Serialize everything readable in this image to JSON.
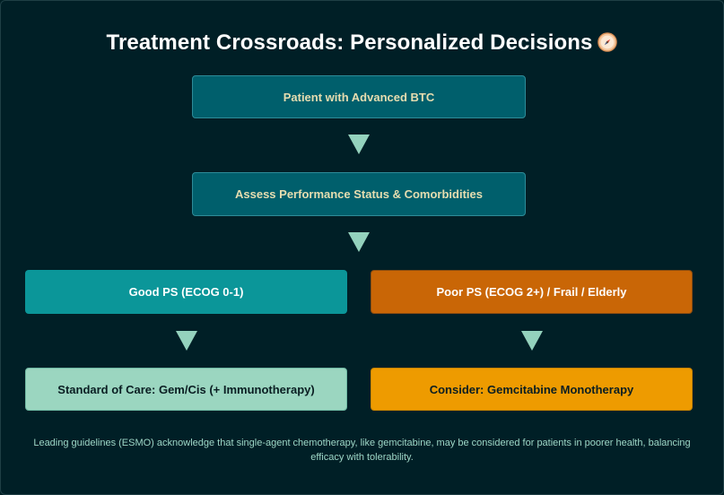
{
  "title": "Treatment Crossroads: Personalized Decisions",
  "title_icon": "compass-icon",
  "nodes": {
    "patient": "Patient with Advanced BTC",
    "assess": "Assess Performance Status & Comorbidities",
    "good_ps": "Good PS (ECOG 0-1)",
    "poor_ps": "Poor PS (ECOG 2+) / Frail / Elderly",
    "standard_care": "Standard of Care: Gem/Cis (+ Immunotherapy)",
    "consider": "Consider: Gemcitabine Monotherapy"
  },
  "footnote": "Leading guidelines (ESMO) acknowledge that single-agent chemotherapy, like gemcitabine, may be considered for patients in poorer health, balancing efficacy with tolerability.",
  "colors": {
    "background": "#001f26",
    "dark_node": "#005f6c",
    "teal_node": "#0b9699",
    "orange_node": "#c96606",
    "mint_node": "#9bd6c0",
    "amber_node": "#ee9b00",
    "arrow": "#94d2bd"
  }
}
